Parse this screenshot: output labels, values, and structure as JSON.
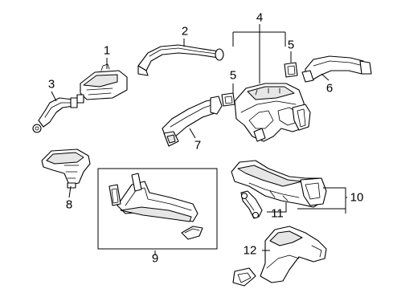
{
  "diagram": {
    "callouts": [
      {
        "id": "1",
        "text": "1"
      },
      {
        "id": "2",
        "text": "2"
      },
      {
        "id": "3",
        "text": "3"
      },
      {
        "id": "4",
        "text": "4"
      },
      {
        "id": "5a",
        "text": "5"
      },
      {
        "id": "5b",
        "text": "5"
      },
      {
        "id": "6",
        "text": "6"
      },
      {
        "id": "7",
        "text": "7"
      },
      {
        "id": "8",
        "text": "8"
      },
      {
        "id": "9",
        "text": "9"
      },
      {
        "id": "10",
        "text": "10"
      },
      {
        "id": "11",
        "text": "11"
      },
      {
        "id": "12",
        "text": "12"
      }
    ]
  }
}
